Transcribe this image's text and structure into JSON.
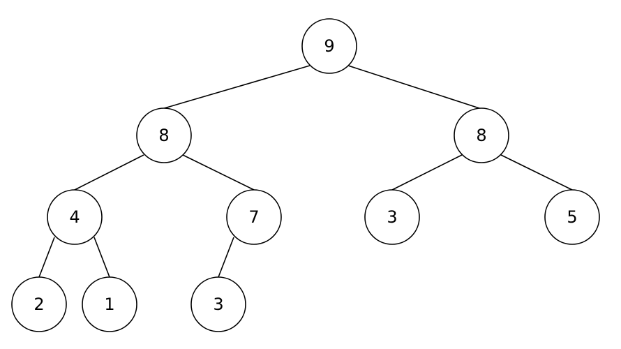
{
  "tree": {
    "nodes": [
      {
        "id": "n1",
        "value": "9"
      },
      {
        "id": "n2",
        "value": "8"
      },
      {
        "id": "n3",
        "value": "8"
      },
      {
        "id": "n4",
        "value": "4"
      },
      {
        "id": "n5",
        "value": "7"
      },
      {
        "id": "n6",
        "value": "3"
      },
      {
        "id": "n7",
        "value": "5"
      },
      {
        "id": "n8",
        "value": "2"
      },
      {
        "id": "n9",
        "value": "1"
      },
      {
        "id": "n10",
        "value": "3"
      }
    ],
    "edges": [
      {
        "from": "n1",
        "to": "n2"
      },
      {
        "from": "n1",
        "to": "n3"
      },
      {
        "from": "n2",
        "to": "n4"
      },
      {
        "from": "n2",
        "to": "n5"
      },
      {
        "from": "n3",
        "to": "n6"
      },
      {
        "from": "n3",
        "to": "n7"
      },
      {
        "from": "n4",
        "to": "n8"
      },
      {
        "from": "n4",
        "to": "n9"
      },
      {
        "from": "n5",
        "to": "n10"
      }
    ]
  }
}
